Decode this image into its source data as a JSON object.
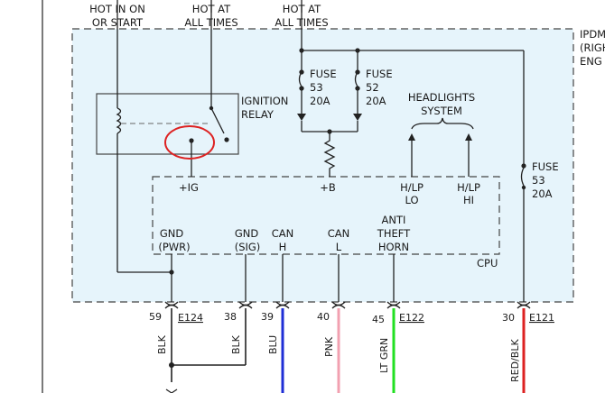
{
  "labels": {
    "hot_in_on_l1": "HOT IN ON",
    "hot_in_on_l2": "OR START",
    "hot_at_all_times_1_l1": "HOT AT",
    "hot_at_all_times_1_l2": "ALL TIMES",
    "hot_at_all_times_2_l1": "HOT AT",
    "hot_at_all_times_2_l2": "ALL TIMES",
    "ipdm_l1": "IPDM",
    "ipdm_l2": "(RIGH",
    "ipdm_l3": "ENG",
    "ignition_relay_l1": "IGNITION",
    "ignition_relay_l2": "RELAY",
    "fuse53_l1": "FUSE",
    "fuse53_l2": "53",
    "fuse53_l3": "20A",
    "fuse52_l1": "FUSE",
    "fuse52_l2": "52",
    "fuse52_l3": "20A",
    "fuse53b_l1": "FUSE",
    "fuse53b_l2": "53",
    "fuse53b_l3": "20A",
    "headlights_l1": "HEADLIGHTS",
    "headlights_l2": "SYSTEM",
    "ig": "+IG",
    "b": "+B",
    "hlp_lo_l1": "H/LP",
    "hlp_lo_l2": "LO",
    "hlp_hi_l1": "H/LP",
    "hlp_hi_l2": "HI",
    "gnd_pwr_l1": "GND",
    "gnd_pwr_l2": "(PWR)",
    "gnd_sig_l1": "GND",
    "gnd_sig_l2": "(SIG)",
    "can_h_l1": "CAN",
    "can_h_l2": "H",
    "can_l_l1": "CAN",
    "can_l_l2": "L",
    "anti_theft_l1": "ANTI",
    "anti_theft_l2": "THEFT",
    "anti_theft_l3": "HORN",
    "cpu": "CPU"
  },
  "pins": {
    "p59": "59",
    "p38": "38",
    "p39": "39",
    "p40": "40",
    "p45": "45",
    "p30": "30"
  },
  "connectors": {
    "e124": "E124",
    "e122": "E122",
    "e121": "E121"
  },
  "wires": {
    "blk1": "BLK",
    "blk2": "BLK",
    "blu": "BLU",
    "pnk": "PNK",
    "lt_grn": "LT GRN",
    "red_blk": "RED/BLK"
  },
  "colors": {
    "module_fill": "#e6f4fb",
    "blu_wire": "#1f2ed6",
    "pnk_wire": "#f2a0b0",
    "lt_grn_wire": "#22e022",
    "red_blk_wire": "#dd2222",
    "highlight_circle": "#dd2222"
  }
}
